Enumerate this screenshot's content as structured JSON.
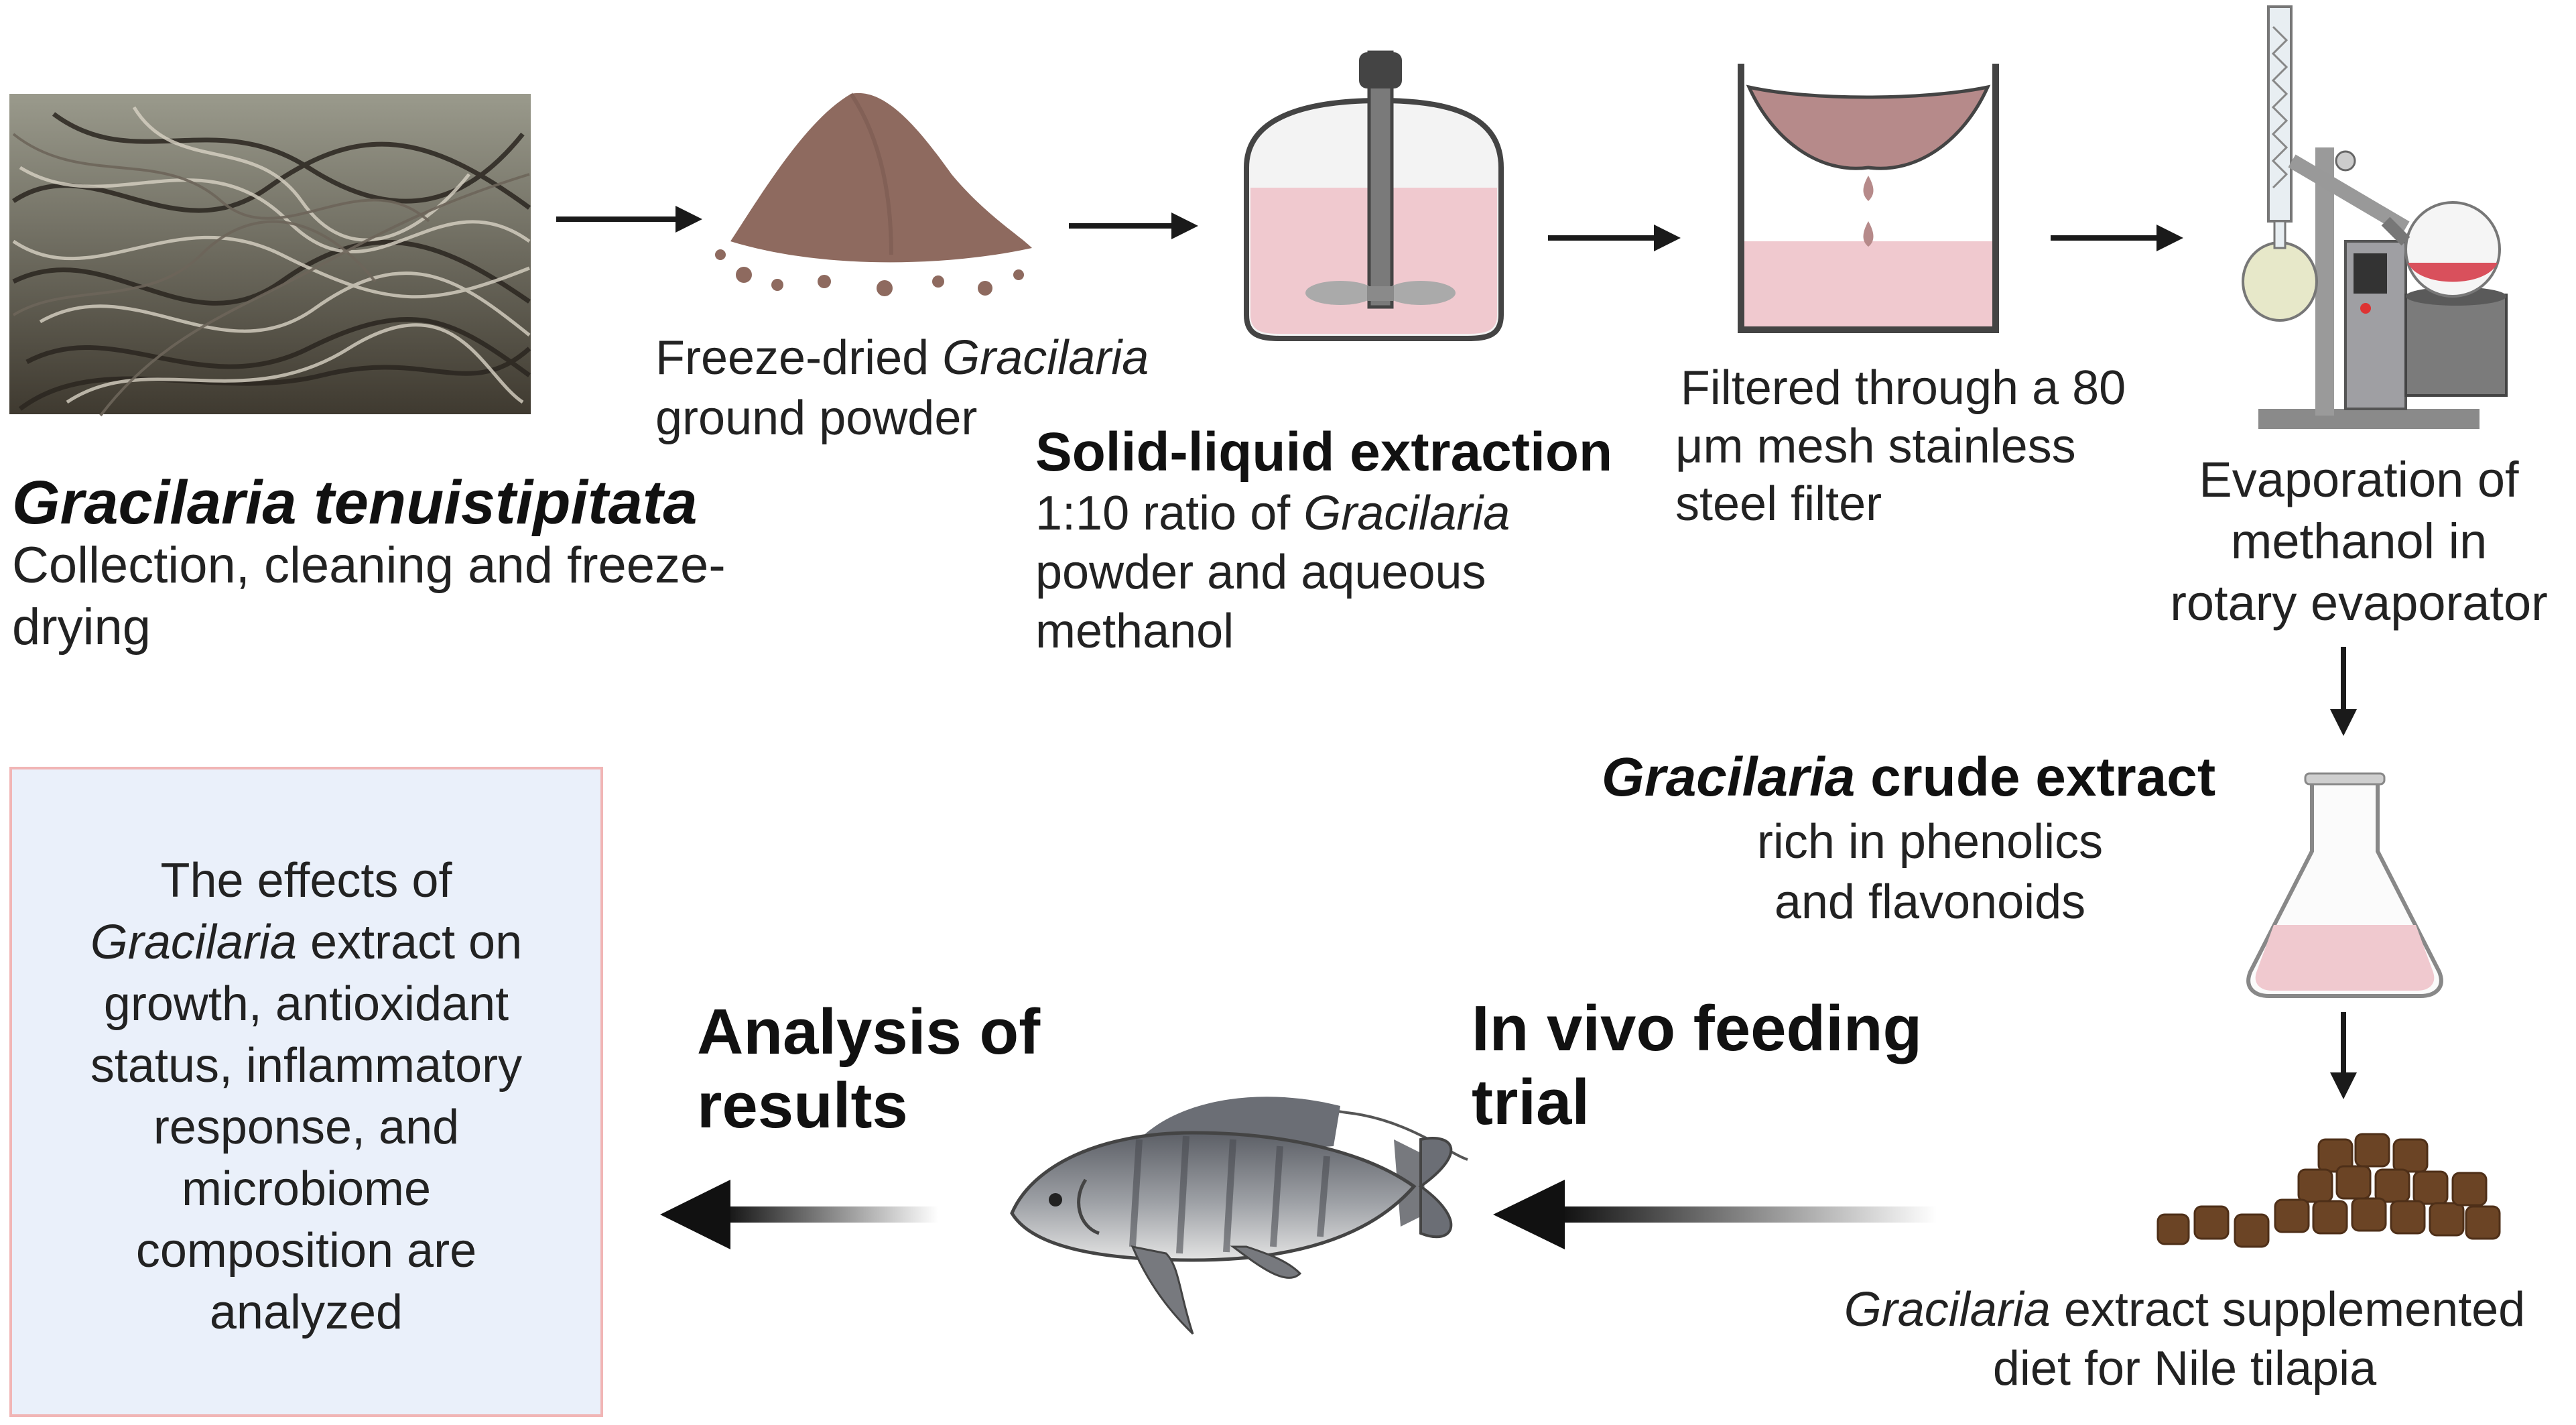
{
  "steps": {
    "collection": {
      "title": "Gracilaria tenuistipitata",
      "line1": "Collection, cleaning and freeze-",
      "line2": "drying"
    },
    "powder": {
      "line1_prefix": "Freeze-dried ",
      "line1_italic": "Gracilaria",
      "line2": "ground powder"
    },
    "extraction": {
      "title": "Solid-liquid extraction",
      "line1_prefix": "1:10 ratio of ",
      "line1_italic": "Gracilaria",
      "line2": "powder and aqueous",
      "line3": "methanol"
    },
    "filtration": {
      "line1": "Filtered through a 80",
      "line2": "μm mesh stainless",
      "line3": "steel filter"
    },
    "evaporation": {
      "line1": "Evaporation of",
      "line2": "methanol in",
      "line3": "rotary evaporator"
    },
    "crude_extract": {
      "title_italic": "Gracilaria",
      "title_rest": " crude extract",
      "line1": "rich in phenolics",
      "line2": "and flavonoids"
    },
    "diet": {
      "line1_italic": "Gracilaria",
      "line1_rest": " extract supplemented",
      "line2": "diet for Nile tilapia"
    },
    "feeding": {
      "line1": "In vivo feeding",
      "line2": "trial"
    },
    "analysis": {
      "line1": "Analysis of",
      "line2": "results"
    }
  },
  "summary_box": {
    "line1": "The effects of",
    "line2_italic": "Gracilaria",
    "line2_rest": " extract on",
    "line3": "growth, antioxidant",
    "line4": "status, inflammatory",
    "line5": "response, and",
    "line6": "microbiome",
    "line7": "composition are",
    "line8": "analyzed"
  },
  "colors": {
    "arrow": "#1a1a1a",
    "liquid_pink": "#f0c9cf",
    "powder_brown": "#8e6a5f",
    "filter_bag": "#b68a8a",
    "pellet_brown": "#6b4425",
    "box_fill": "#eaf0fa",
    "box_border": "#f1b5b5",
    "flask_red": "#d9505c"
  }
}
